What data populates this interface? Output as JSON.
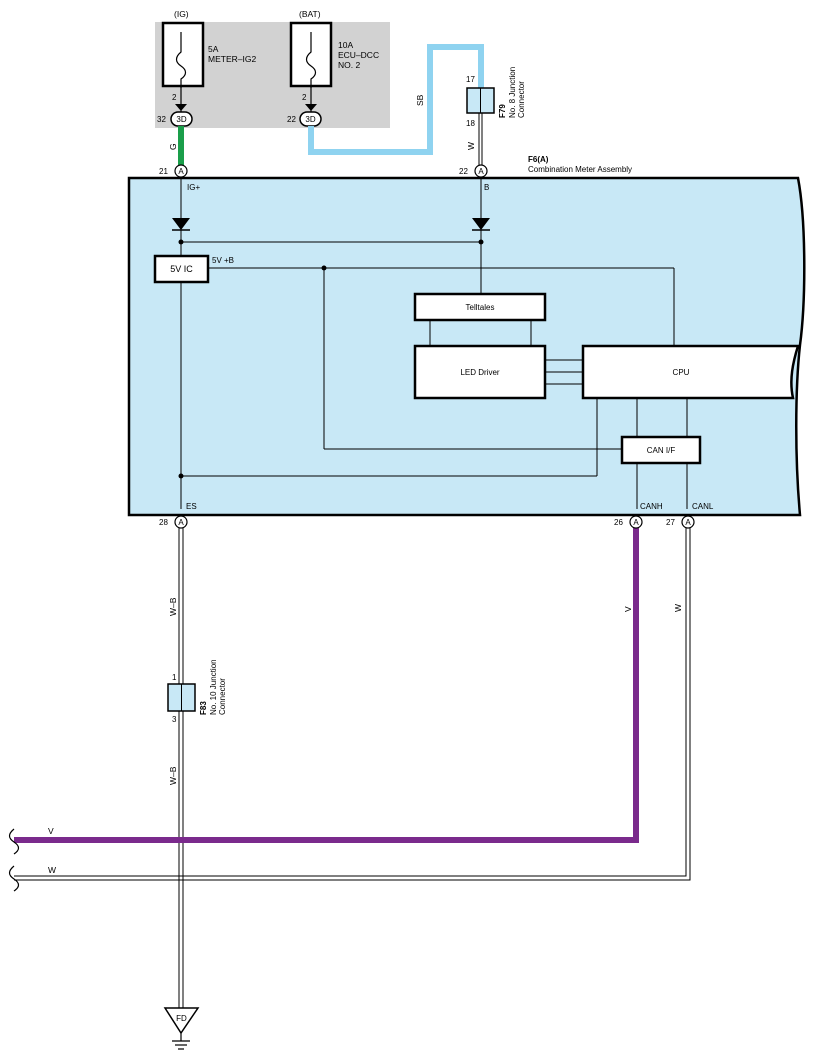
{
  "colors": {
    "fuse_box_bg": "#d2d2d2",
    "meter_bg": "#c8e8f6",
    "wire_green": "#1a9e4a",
    "wire_sky_blue": "#8fd3f0",
    "wire_violet": "#7a2a8c",
    "wire_white": "#ffffff",
    "outline": "#000000"
  },
  "fuses": {
    "ig": {
      "header": "(IG)",
      "rating": "5A",
      "name": "METER–IG2",
      "name2": "",
      "pin_top": "2",
      "pin_num": "32",
      "connector": "3D"
    },
    "bat": {
      "header": "(BAT)",
      "rating": "10A",
      "name": "ECU–DCC",
      "name2": "NO. 2",
      "pin_top": "2",
      "pin_num": "22",
      "connector": "3D"
    }
  },
  "junction_f79": {
    "code": "F79",
    "name_line1": "No. 8 Junction",
    "name_line2": "Connector",
    "pin_in": "17",
    "pin_out": "18"
  },
  "junction_f83": {
    "code": "F83",
    "name_line1": "No. 10 Junction",
    "name_line2": "Connector",
    "pin_in": "1",
    "pin_out": "3"
  },
  "wires": {
    "g": "G",
    "sb": "SB",
    "w_f79": "W",
    "w_b_upper": "W–B",
    "w_b_lower": "W–B",
    "v_canh": "V",
    "w_canl": "W",
    "v_bus": "V",
    "w_bus": "W"
  },
  "meter": {
    "code": "F6(A)",
    "name": "Combination Meter Assembly",
    "pins": {
      "ig": {
        "num": "21",
        "letter": "A",
        "label": "IG+"
      },
      "b": {
        "num": "22",
        "letter": "A",
        "label": "B"
      },
      "es": {
        "num": "28",
        "letter": "A",
        "label": "ES"
      },
      "canh": {
        "num": "26",
        "letter": "A",
        "label": "CANH"
      },
      "canl": {
        "num": "27",
        "letter": "A",
        "label": "CANL"
      }
    },
    "blocks": {
      "ic5v": "5V IC",
      "ic5v_out": "5V +B",
      "telltales": "Telltales",
      "led_driver": "LED Driver",
      "cpu": "CPU",
      "can_if": "CAN I/F"
    }
  },
  "ground": {
    "label": "FD"
  }
}
